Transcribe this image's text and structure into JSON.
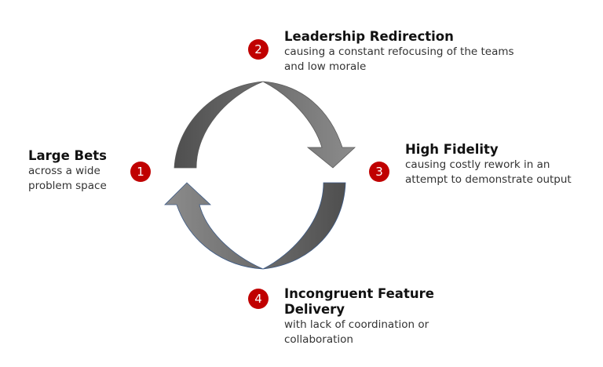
{
  "steps": [
    {
      "number": "1",
      "title": "Large Bets",
      "description": "across a wide problem space"
    },
    {
      "number": "2",
      "title": "Leadership Redirection",
      "description": "causing a constant refocusing of the teams and low morale"
    },
    {
      "number": "3",
      "title": "High Fidelity",
      "description": "causing costly rework in an attempt to demonstrate output"
    },
    {
      "number": "4",
      "title": "Incongruent Feature Delivery",
      "description": "with lack of coordination or collaboration"
    }
  ],
  "colors": {
    "badge": "#c00000",
    "arrow_dark": "#4f4f4f",
    "arrow_light": "#8c8c8c"
  }
}
